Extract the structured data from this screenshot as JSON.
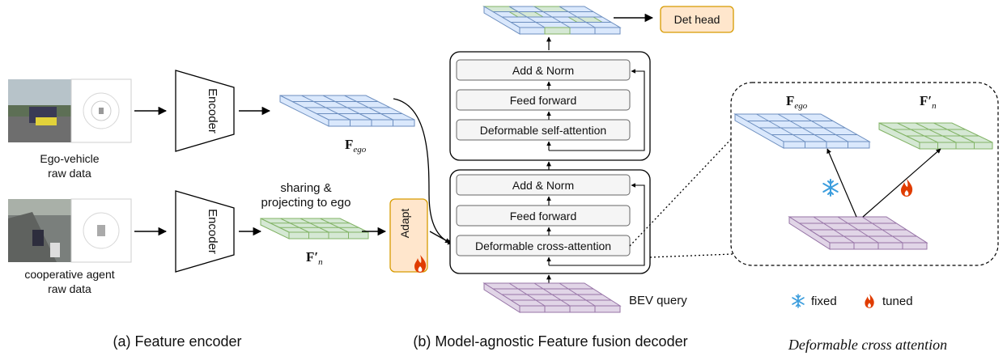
{
  "encoder": {
    "ego_label": "Encoder",
    "coop_label": "Encoder",
    "ego_caption_line1": "Ego-vehicle",
    "ego_caption_line2": "raw data",
    "coop_caption_line1": "cooperative agent",
    "coop_caption_line2": "raw data",
    "sharing_line1": "sharing &",
    "sharing_line2": "projecting to ego",
    "f_ego_symbol": "F",
    "f_ego_sub": "ego",
    "f_n_symbol": "F′",
    "f_n_sub": "n"
  },
  "adapt_label": "Adapt",
  "decoder": {
    "self_block": [
      "Add & Norm",
      "Feed forward",
      "Deformable self-attention"
    ],
    "cross_block": [
      "Add & Norm",
      "Feed forward",
      "Deformable cross-attention"
    ],
    "det_head": "Det head",
    "bev_query": "BEV query"
  },
  "inset": {
    "f_ego_symbol": "F",
    "f_ego_sub": "ego",
    "f_n_symbol": "F′",
    "f_n_sub": "n",
    "legend_fixed": "fixed",
    "legend_tuned": "tuned"
  },
  "captions": {
    "a": "(a) Feature encoder",
    "b": "(b) Model-agnostic Feature fusion decoder",
    "c": "Deformable cross attention"
  },
  "colors": {
    "blue_fill": "#dae8fc",
    "blue_stroke": "#6c8ebf",
    "green_fill": "#d5e8d4",
    "green_stroke": "#82b366",
    "purple_fill": "#e1d5e7",
    "purple_stroke": "#9673a6",
    "orange_fill": "#ffe6cc",
    "orange_stroke": "#d79b00",
    "flame": "#e03c00",
    "snow": "#3b9ddd"
  },
  "icons": [
    "snowflake-icon",
    "flame-icon"
  ]
}
